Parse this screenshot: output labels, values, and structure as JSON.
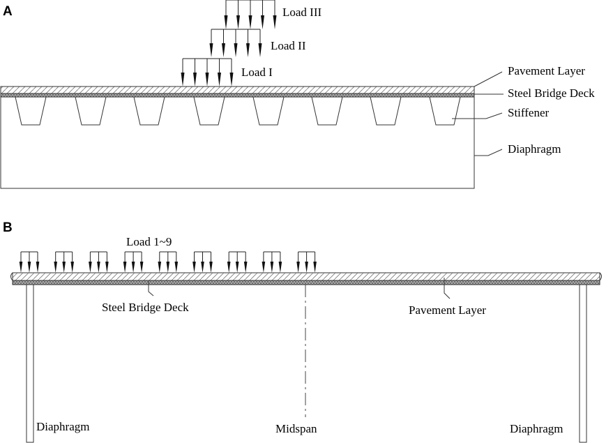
{
  "panel_a": {
    "letter": "A",
    "loads": [
      "Load III",
      "Load II",
      "Load I"
    ],
    "labels": {
      "pavement": "Pavement Layer",
      "deck": "Steel Bridge Deck",
      "stiffener": "Stiffener",
      "diaphragm": "Diaphragm"
    }
  },
  "panel_b": {
    "letter": "B",
    "load_label": "Load 1~9",
    "load_count": 9,
    "labels": {
      "deck": "Steel Bridge Deck",
      "pavement": "Pavement Layer",
      "diaphragm_left": "Diaphragm",
      "midspan": "Midspan",
      "diaphragm_right": "Diaphragm"
    }
  }
}
